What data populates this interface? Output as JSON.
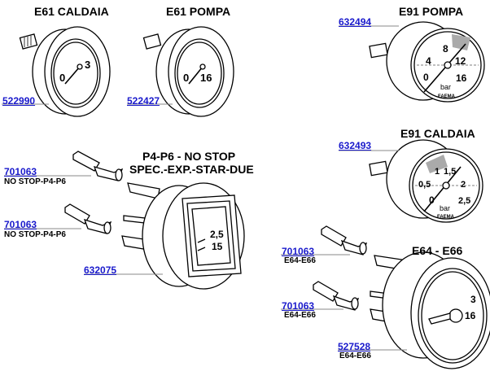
{
  "diagram_title": "Manometri / Gauges exploded parts diagram",
  "groups": [
    {
      "title": "E61 CALDAIA",
      "parts": [
        {
          "code": "522990",
          "note": ""
        }
      ],
      "scale_labels": [
        "0",
        "3"
      ]
    },
    {
      "title": "E61 POMPA",
      "parts": [
        {
          "code": "522427",
          "note": ""
        }
      ],
      "scale_labels": [
        "0",
        "16"
      ]
    },
    {
      "title": "E91 POMPA",
      "parts": [
        {
          "code": "632494",
          "note": ""
        }
      ],
      "scale_labels": [
        "0",
        "4",
        "8",
        "12",
        "16"
      ],
      "unit": "bar",
      "brand": "FAEMA"
    },
    {
      "title": "E91 CALDAIA",
      "parts": [
        {
          "code": "632493",
          "note": ""
        }
      ],
      "scale_labels": [
        "0",
        "0,5",
        "1",
        "1,5",
        "2",
        "2,5"
      ],
      "unit": "bar",
      "brand": "FAEMA"
    },
    {
      "title": "P4-P6 - NO STOP",
      "subtitle": "SPEC.-EXP.-STAR-DUE",
      "parts": [
        {
          "code": "701063",
          "note": "NO STOP-P4-P6"
        },
        {
          "code": "701063",
          "note": "NO STOP-P4-P6"
        },
        {
          "code": "632075",
          "note": ""
        }
      ],
      "scale_labels": [
        "2,5",
        "15"
      ]
    },
    {
      "title": "E64 - E66",
      "parts": [
        {
          "code": "701063",
          "note": "E64-E66"
        },
        {
          "code": "701063",
          "note": "E64-E66"
        },
        {
          "code": "527528",
          "note": "E64-E66"
        }
      ],
      "scale_labels": [
        "3",
        "16"
      ]
    }
  ],
  "colors": {
    "link": "#1a1acc",
    "ink": "#000000",
    "leader": "#888888",
    "redzone": "#aaaaaa"
  }
}
